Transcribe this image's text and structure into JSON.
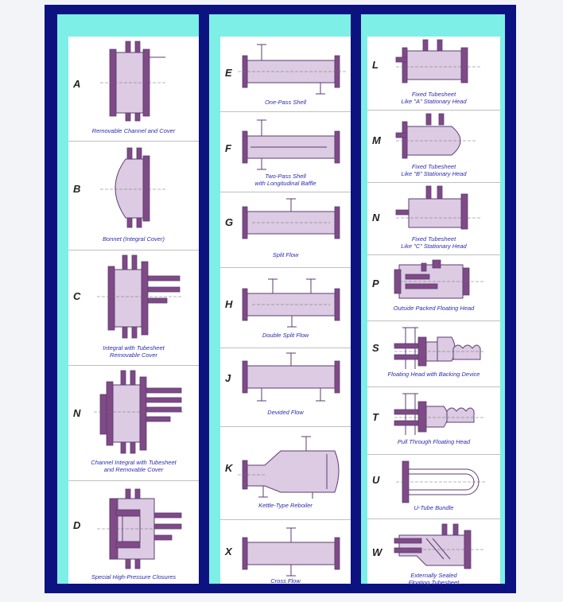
{
  "colors": {
    "frame": "#0c1380",
    "band": "#7eefe6",
    "panel": "#ffffff",
    "caption": "#2b2bb0",
    "part": "#dccbe3",
    "part_dark": "#7f4a86"
  },
  "front_end": [
    {
      "letter": "A",
      "caption": "Removable Channel and Cover",
      "icon": "removable-channel-icon"
    },
    {
      "letter": "B",
      "caption": "Bonnet (Integral Cover)",
      "icon": "bonnet-icon"
    },
    {
      "letter": "C",
      "caption": "Integral with Tubesheet\nRemovable Cover",
      "icon": "integral-tubesheet-icon"
    },
    {
      "letter": "N",
      "caption": "Channel Integral with Tubesheet\nand Removable Cover",
      "icon": "channel-integral-icon"
    },
    {
      "letter": "D",
      "caption": "Special High-Pressure Closures",
      "icon": "high-pressure-closure-icon"
    }
  ],
  "shell": [
    {
      "letter": "E",
      "caption": "One-Pass Shell",
      "icon": "one-pass-shell-icon"
    },
    {
      "letter": "F",
      "caption": "Two-Pass Shell\nwith Longitudinal Baffle",
      "icon": "two-pass-shell-icon"
    },
    {
      "letter": "G",
      "caption": "Split Flow",
      "icon": "split-flow-icon"
    },
    {
      "letter": "H",
      "caption": "Double Split Flow",
      "icon": "double-split-flow-icon"
    },
    {
      "letter": "J",
      "caption": "Devided Flow",
      "icon": "divided-flow-icon"
    },
    {
      "letter": "K",
      "caption": "Kettle-Type Reboiler",
      "icon": "kettle-reboiler-icon"
    },
    {
      "letter": "X",
      "caption": "Cross Flow",
      "icon": "cross-flow-icon"
    }
  ],
  "rear_end": [
    {
      "letter": "L",
      "caption": "Fixed Tubesheet\nLike \"A\" Stationary Head",
      "icon": "fixed-tubesheet-a-icon"
    },
    {
      "letter": "M",
      "caption": "Fixed Tubesheet\nLike \"B\" Stationary Head",
      "icon": "fixed-tubesheet-b-icon"
    },
    {
      "letter": "N",
      "caption": "Fixed Tubesheet\nLike \"C\" Stationary Head",
      "icon": "fixed-tubesheet-c-icon"
    },
    {
      "letter": "P",
      "caption": "Outside Packed Floating Head",
      "icon": "packed-floating-head-icon"
    },
    {
      "letter": "S",
      "caption": "Floating Head with Backing Device",
      "icon": "floating-head-backing-icon"
    },
    {
      "letter": "T",
      "caption": "Pull Through Floating Head",
      "icon": "pull-through-head-icon"
    },
    {
      "letter": "U",
      "caption": "U-Tube Bundle",
      "icon": "u-tube-bundle-icon"
    },
    {
      "letter": "W",
      "caption": "Externally Sealed\nFloating Tubesheet",
      "icon": "externally-sealed-tubesheet-icon"
    }
  ]
}
